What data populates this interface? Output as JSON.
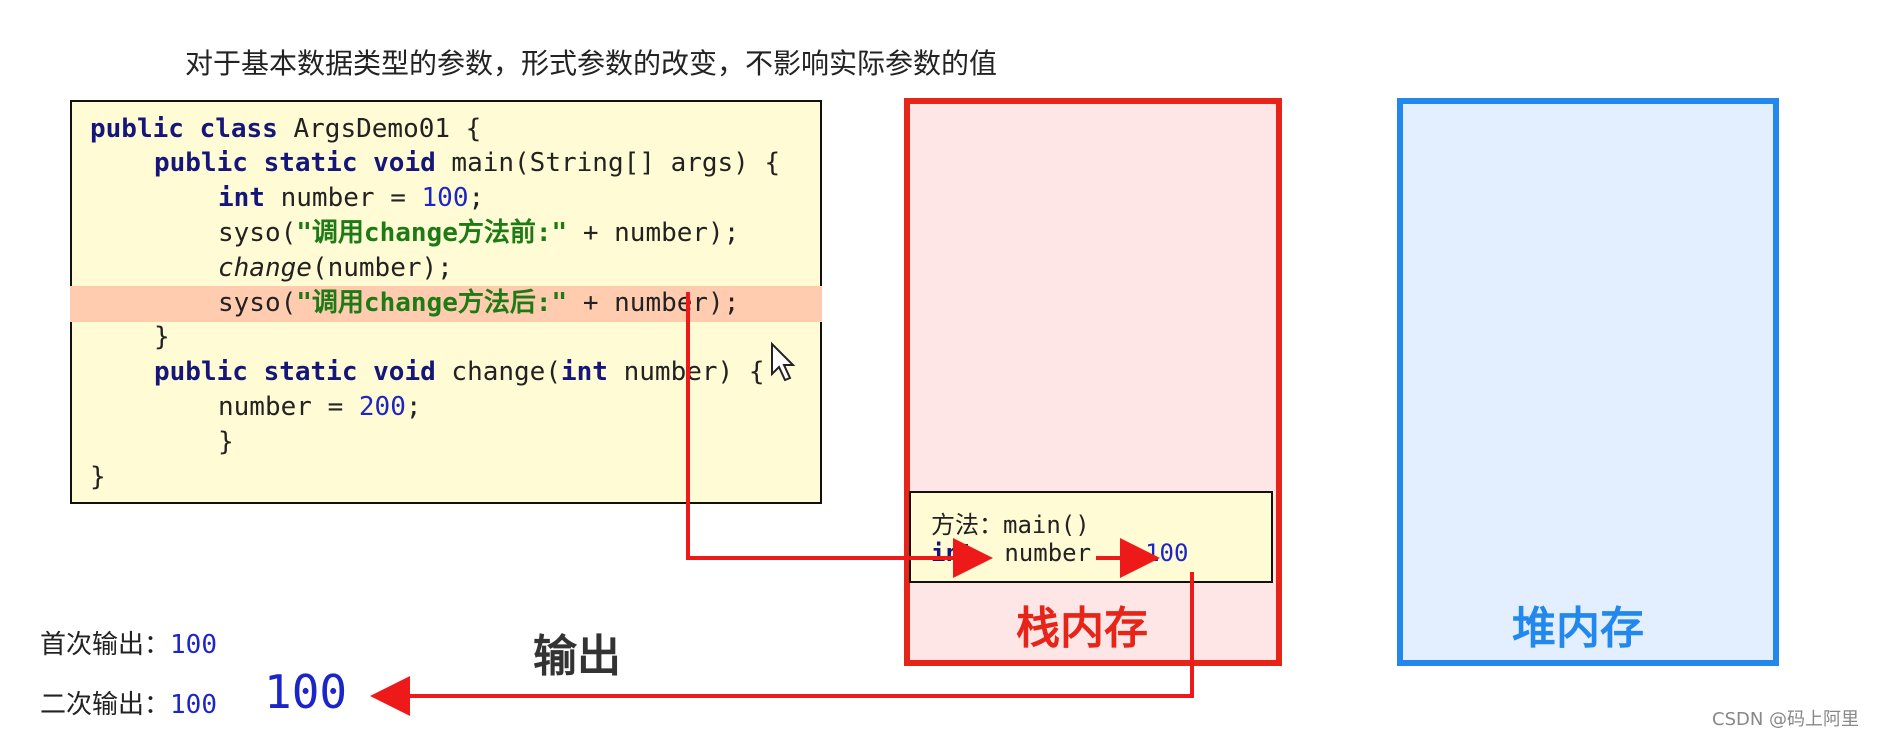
{
  "caption": "对于基本数据类型的参数，形式参数的改变，不影响实际参数的值",
  "code": {
    "line1": {
      "kw": "public class",
      "rest": " ArgsDemo01 {"
    },
    "line2": {
      "kw": "public static void",
      "rest": " main(String[] args) {"
    },
    "line3": {
      "kw": "int",
      "mid": " number = ",
      "num": "100",
      "end": ";"
    },
    "line4": {
      "pre": "syso(",
      "str": "\"调用change方法前:\"",
      "end": " + number);"
    },
    "line5": {
      "it": "change",
      "end": "(number);"
    },
    "line6": {
      "pre": "syso(",
      "str": "\"调用change方法后:\"",
      "end": " + number);"
    },
    "line7": "}",
    "line8": {
      "kw": "public static void",
      "mid": " change(",
      "kw2": "int",
      "end": " number) {"
    },
    "line9": {
      "mid": "number = ",
      "num": "200",
      "end": ";"
    },
    "line10": "}",
    "line11": "}"
  },
  "stack": {
    "label": "栈内存",
    "frame": {
      "method_label": "方法：main()",
      "var_type": "int",
      "var_name": "number",
      "var_value": "100"
    }
  },
  "heap": {
    "label": "堆内存"
  },
  "output": {
    "label": "输出",
    "first_label": "首次输出：",
    "first_value": "100",
    "second_label": "二次输出：",
    "second_value": "100",
    "second_big": "100"
  },
  "watermark": "CSDN @码上阿里",
  "colors": {
    "stack_border": "#e62418",
    "heap_border": "#2288ee",
    "arrow": "#ee1a1a",
    "code_bg": "#fffbd5",
    "highlight": "#ffccb0"
  }
}
